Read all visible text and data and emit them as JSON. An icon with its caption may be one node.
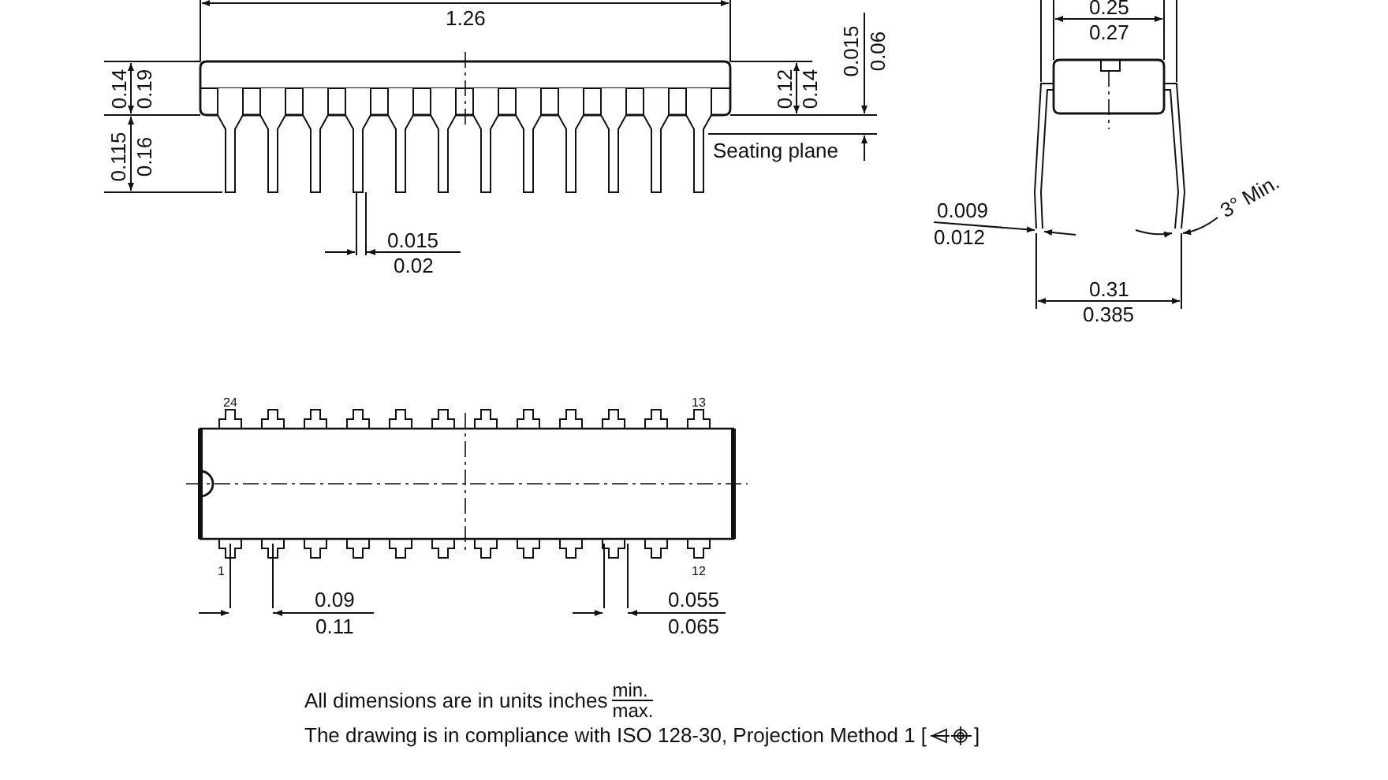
{
  "diagram": {
    "labels": [
      "1.26",
      "0.25",
      "0.27",
      "0.015",
      "0.06",
      "0.14",
      "0.19",
      "0.12",
      "0.14",
      "Seating plane",
      "0.115",
      "0.16",
      "0.009",
      "0.012",
      "3° Min.",
      "0.015",
      "0.02",
      "0.31",
      "0.385",
      "24",
      "13",
      "1",
      "12",
      "0.09",
      "0.11",
      "0.055",
      "0.065",
      "All dimensions are in units inches",
      "min.",
      "max.",
      "The drawing is in compliance with ISO 128-30, Projection Method 1 [",
      "]"
    ]
  }
}
